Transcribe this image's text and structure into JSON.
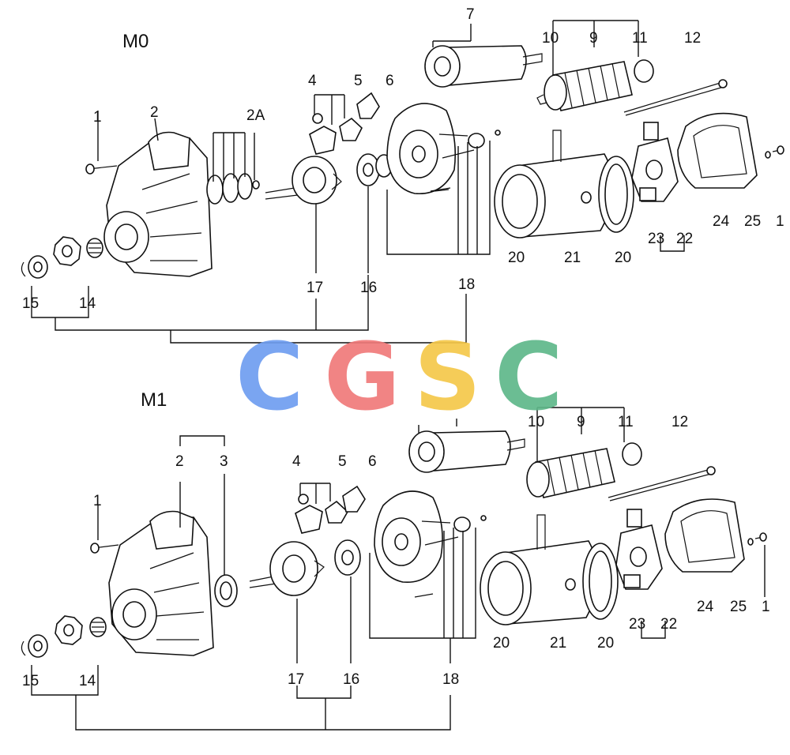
{
  "diagram": {
    "panels": [
      {
        "title": "M0",
        "labels": [
          "1",
          "2",
          "2A",
          "4",
          "5",
          "6",
          "7",
          "10",
          "9",
          "11",
          "12",
          "15",
          "14",
          "17",
          "16",
          "18",
          "20",
          "21",
          "20",
          "23",
          "22",
          "24",
          "25",
          "1"
        ]
      },
      {
        "title": "M1",
        "labels": [
          "1",
          "2",
          "3",
          "4",
          "5",
          "6",
          "10",
          "9",
          "11",
          "12",
          "15",
          "14",
          "17",
          "16",
          "18",
          "20",
          "21",
          "20",
          "23",
          "22",
          "24",
          "25",
          "1"
        ]
      }
    ],
    "watermark": {
      "letters": [
        "C",
        "G",
        "S",
        "C"
      ],
      "colors": [
        "#6f9ef0",
        "#f07a7a",
        "#f5c84a",
        "#5fb88a"
      ]
    }
  }
}
